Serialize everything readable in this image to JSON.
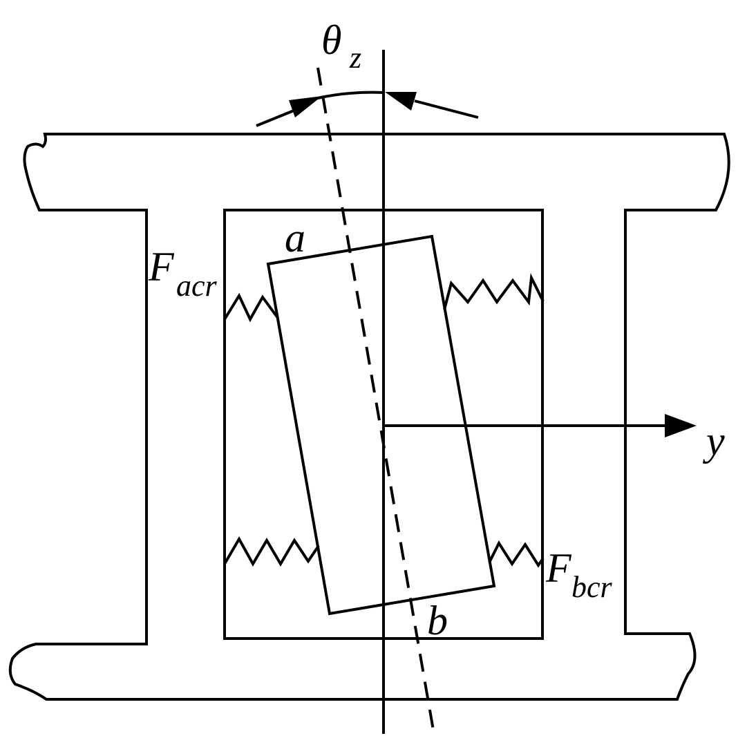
{
  "labels": {
    "theta": "θ",
    "theta_sub": "z",
    "a": "a",
    "b": "b",
    "y_axis": "y",
    "F_a": "F",
    "F_a_sub": "acr",
    "F_b": "F",
    "F_b_sub": "bcr"
  },
  "colors": {
    "stroke": "#000000",
    "background": "#ffffff"
  }
}
